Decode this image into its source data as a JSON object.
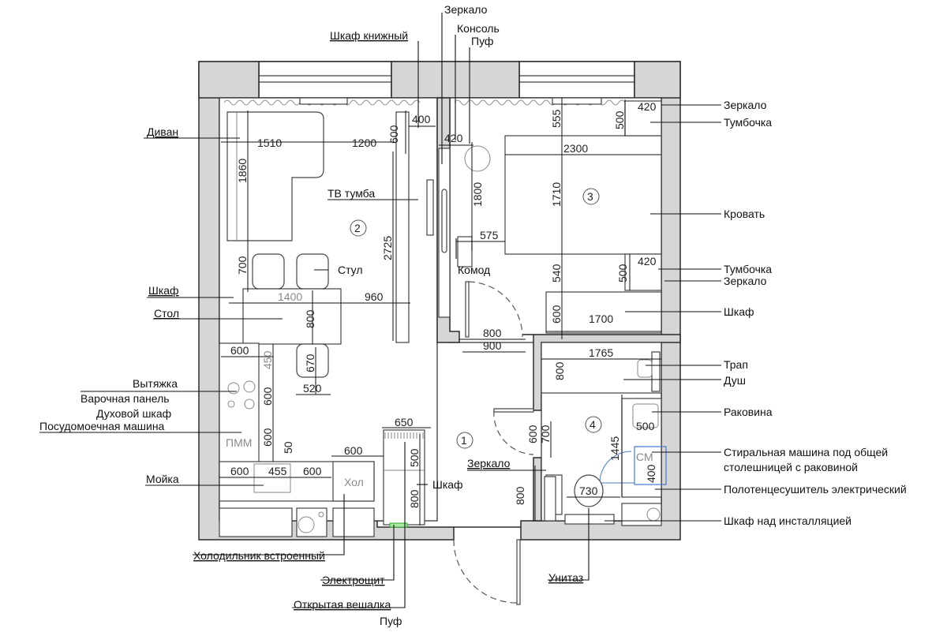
{
  "rooms": [
    {
      "number": "1"
    },
    {
      "number": "2"
    },
    {
      "number": "3"
    },
    {
      "number": "4"
    }
  ],
  "labels": {
    "zerkalo_top": "Зеркало",
    "konsol": "Консоль",
    "puf_top": "Пуф",
    "shkaf_knizhny": "Шкаф книжный",
    "divan": "Диван",
    "tv_tumba": "ТВ тумба",
    "stul": "Стул",
    "shkaf_left": "Шкаф",
    "stol": "Стол",
    "vytyazhka": "Вытяжка",
    "varochnaya": "Варочная панель",
    "dukhovoy": "Духовой шкаф",
    "posudomoechnaya": "Посудомоечная машина",
    "moyka": "Мойка",
    "kholodilnik": "Холодильник встроенный",
    "elektroshchit": "Электрощит",
    "veshalka": "Открытая вешалка",
    "puf_bottom": "Пуф",
    "komod": "Комод",
    "shkaf_hall": "Шкаф",
    "zerkalo_hall": "Зеркало",
    "unitaz": "Унитаз",
    "zerkalo_r1": "Зеркало",
    "tumbochka_r1": "Тумбочка",
    "krovat": "Кровать",
    "tumbochka_r2": "Тумбочка",
    "zerkalo_r2": "Зеркало",
    "shkaf_bedroom": "Шкаф",
    "trap": "Трап",
    "dush": "Душ",
    "rakovina": "Раковина",
    "stiralnaya_1": "Стиральная машина под общей",
    "stiralnaya_2": "столешницей с раковиной",
    "polotentse": "Полотенцесушитель электрический",
    "shkaf_install": "Шкаф над инсталляцией",
    "pmm": "ПММ",
    "khol": "Хол",
    "sm": "СМ"
  },
  "dimensions": {
    "sofa_len": "1510",
    "sofa_gap": "1200",
    "sofa_depth": "1860",
    "bookcase_depth": "600",
    "bookcase_w": "400",
    "console_w": "420",
    "tv_len": "2725",
    "dining_700": "700",
    "table_len": "1400",
    "table_gap": "960",
    "table_w": "800",
    "kitchen_600_top": "600",
    "kitchen_450": "450",
    "kitchen_600_a": "600",
    "kitchen_600_b": "600",
    "kitchen_50": "50",
    "chair_670": "670",
    "chair_520": "520",
    "sink_600_l": "600",
    "sink_455": "455",
    "sink_600_r": "600",
    "fridge_600": "600",
    "wardrobe_650": "650",
    "wardrobe_500": "500",
    "wardrobe_800": "800",
    "hall_mirror_800": "800",
    "mirror_1800": "1800",
    "komod_575": "575",
    "door_800": "800",
    "door_900": "900",
    "bed_555": "555",
    "bed_2300": "2300",
    "bed_1710": "1710",
    "bed_540": "540",
    "tumb1_420": "420",
    "tumb1_500": "500",
    "tumb2_420": "420",
    "tumb2_500": "500",
    "closet_600": "600",
    "closet_1700": "1700",
    "shower_1765": "1765",
    "shower_800": "800",
    "bath_600": "600",
    "bath_700": "700",
    "bath_1445": "1445",
    "basin_500": "500",
    "wm_400": "400",
    "wc_730": "730"
  }
}
